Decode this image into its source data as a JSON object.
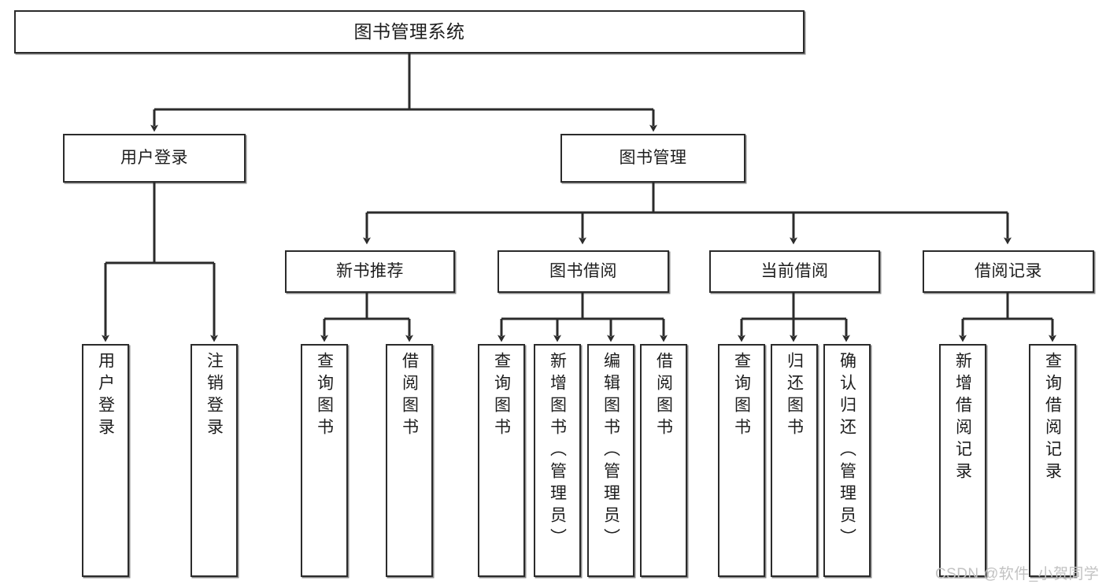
{
  "diagram": {
    "title": "图书管理系统",
    "type": "tree-hierarchy-flowchart",
    "nodes": {
      "root": {
        "label": "图书管理系统"
      },
      "level2": [
        {
          "id": "user-login",
          "label": "用户登录"
        },
        {
          "id": "book-management",
          "label": "图书管理"
        }
      ],
      "level3": [
        {
          "id": "new-book-recommend",
          "label": "新书推荐"
        },
        {
          "id": "book-borrow",
          "label": "图书借阅"
        },
        {
          "id": "current-borrow",
          "label": "当前借阅"
        },
        {
          "id": "borrow-record",
          "label": "借阅记录"
        }
      ],
      "leaves": {
        "user-login": [
          {
            "id": "leaf-user-login",
            "label": "用户登录"
          },
          {
            "id": "leaf-logout",
            "label": "注销登录"
          }
        ],
        "new-book-recommend": [
          {
            "id": "leaf-query-book-1",
            "label": "查询图书"
          },
          {
            "id": "leaf-borrow-book-1",
            "label": "借阅图书"
          }
        ],
        "book-borrow": [
          {
            "id": "leaf-query-book-2",
            "label": "查询图书"
          },
          {
            "id": "leaf-add-book",
            "label": "新增图书（管理员）"
          },
          {
            "id": "leaf-edit-book",
            "label": "编辑图书（管理员）"
          },
          {
            "id": "leaf-borrow-book-2",
            "label": "借阅图书"
          }
        ],
        "current-borrow": [
          {
            "id": "leaf-query-book-3",
            "label": "查询图书"
          },
          {
            "id": "leaf-return-book",
            "label": "归还图书"
          },
          {
            "id": "leaf-confirm-return",
            "label": "确认归还（管理员）"
          }
        ],
        "borrow-record": [
          {
            "id": "leaf-add-record",
            "label": "新增借阅记录"
          },
          {
            "id": "leaf-query-record",
            "label": "查询借阅记录"
          }
        ]
      }
    },
    "colors": {
      "stroke": "#2b2b2b",
      "fill": "#ffffff",
      "text": "#1d1d1d",
      "watermark": "#c2c2c2"
    }
  },
  "watermark": {
    "text": "CSDN @软件_小贺同学"
  }
}
